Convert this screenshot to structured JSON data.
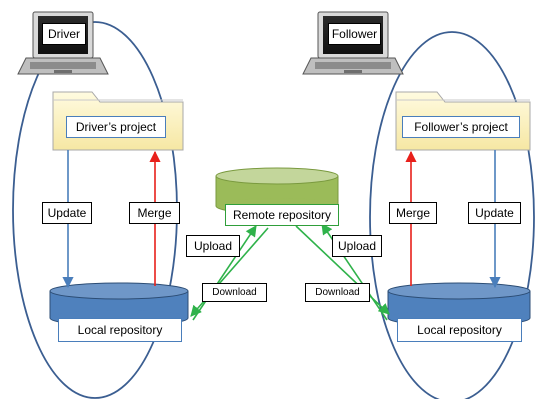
{
  "driver": {
    "computer_label": "Driver",
    "project_label": "Driver’s project",
    "update_label": "Update",
    "merge_label": "Merge",
    "upload_label": "Upload",
    "download_label": "Download",
    "local_repo_label": "Local repository"
  },
  "follower": {
    "computer_label": "Follower",
    "project_label": "Follower’s project",
    "update_label": "Update",
    "merge_label": "Merge",
    "upload_label": "Upload",
    "download_label": "Download",
    "local_repo_label": "Local repository"
  },
  "remote": {
    "label": "Remote repository"
  },
  "colors": {
    "ellipse": "#3b5e91",
    "update_arrow": "#4a7ebb",
    "merge_arrow": "#e8201b",
    "sync_arrow": "#2fb24a",
    "local_repo_fill": "#4f81bd",
    "remote_repo_fill": "#9bbb59",
    "folder_fill": "#fff8cc"
  }
}
